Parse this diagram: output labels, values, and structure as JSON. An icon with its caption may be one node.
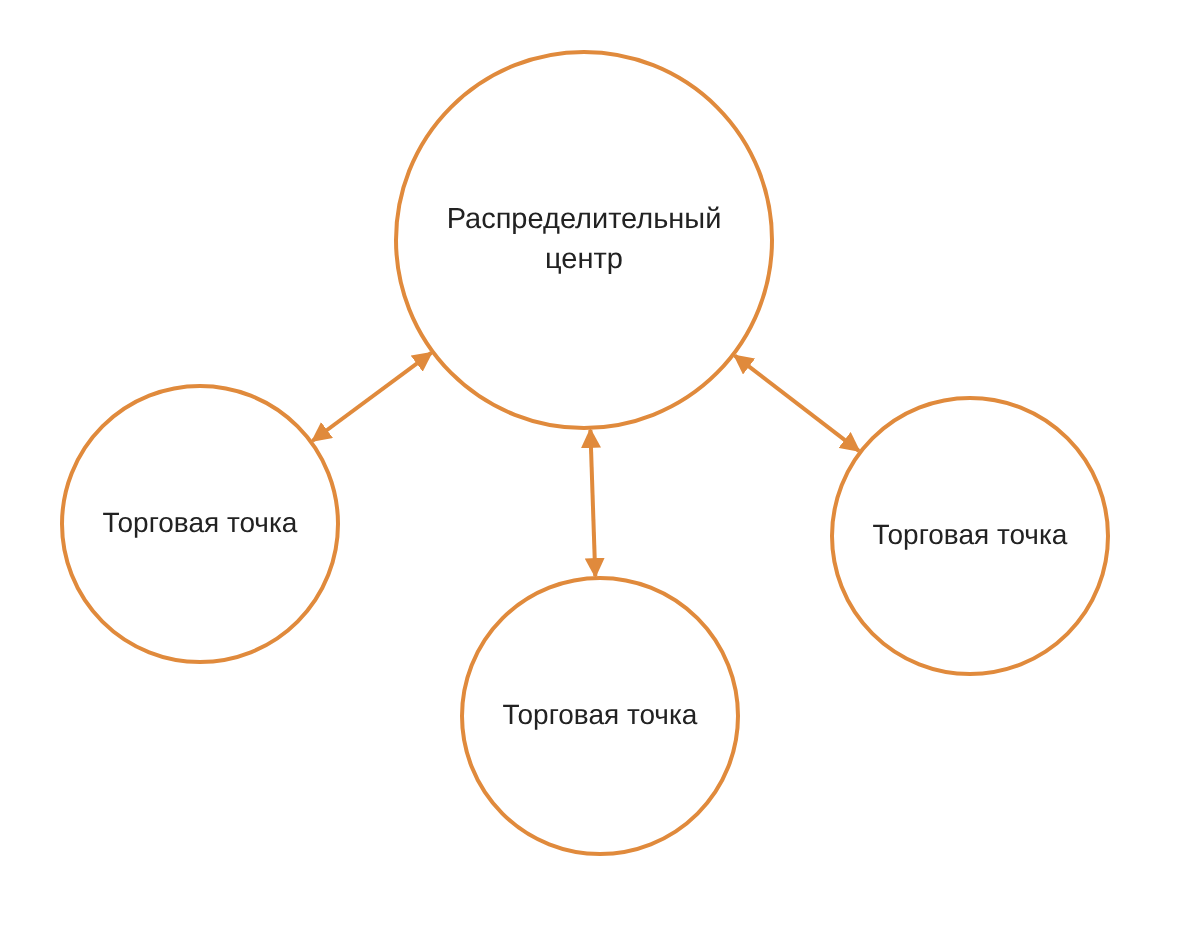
{
  "diagram": {
    "nodes": [
      {
        "text": [
          "Распределительный центр"
        ]
      },
      {
        "text": [
          "Торговая точка"
        ]
      },
      {
        "text": [
          "Торговая точка"
        ]
      },
      {
        "text": [
          "Торговая точка"
        ]
      }
    ],
    "edges": [
      {
        "from": 0,
        "to": 1,
        "arrow": "both"
      },
      {
        "from": 0,
        "to": 2,
        "arrow": "both"
      },
      {
        "from": 0,
        "to": 3,
        "arrow": "both"
      }
    ]
  }
}
